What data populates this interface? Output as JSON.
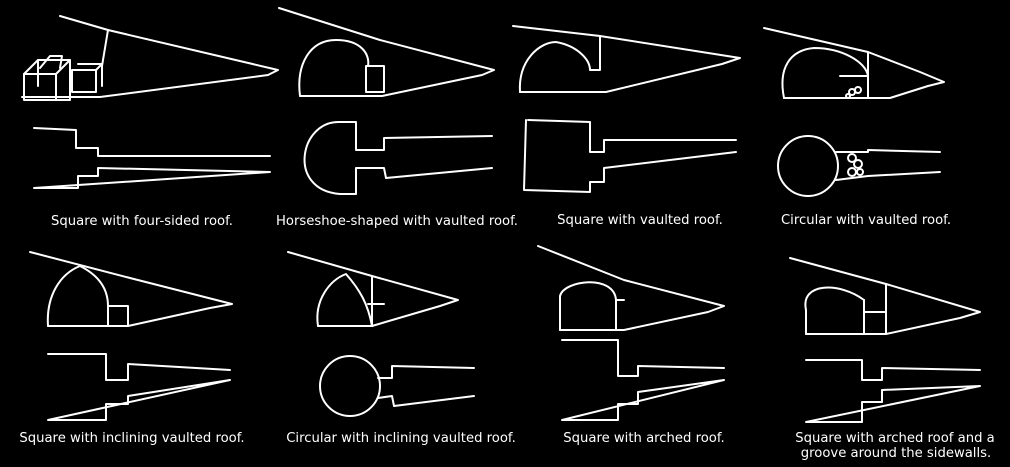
{
  "panels": [
    {
      "caption": "Square with four-sided roof."
    },
    {
      "caption": "Horseshoe-shaped with vaulted roof."
    },
    {
      "caption": "Square with vaulted roof."
    },
    {
      "caption": "Circular with vaulted roof."
    },
    {
      "caption": "Square with inclining vaulted roof."
    },
    {
      "caption": "Circular with inclining vaulted roof."
    },
    {
      "caption": "Square with arched roof."
    },
    {
      "caption": "Square with arched roof and a",
      "caption_line2": "groove around the sidewalls."
    }
  ]
}
